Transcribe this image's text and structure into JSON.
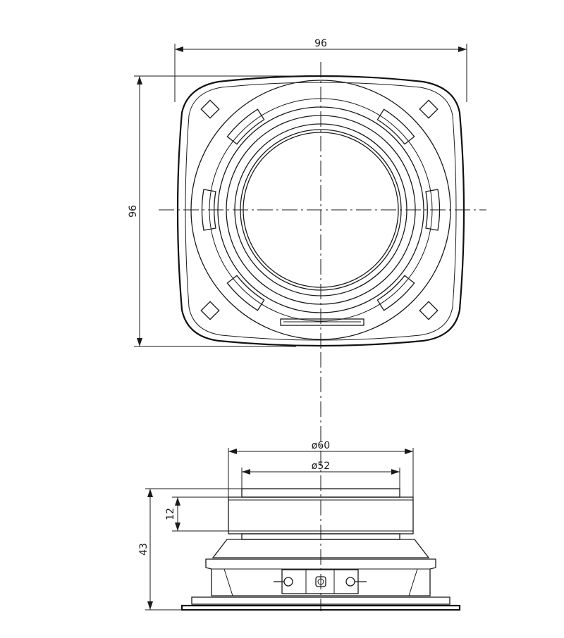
{
  "dimensions": {
    "top_width": "96",
    "top_height": "96",
    "magnet_outer_diameter": "ø60",
    "magnet_inner_diameter": "ø52",
    "magnet_height": "12",
    "overall_depth": "43"
  }
}
